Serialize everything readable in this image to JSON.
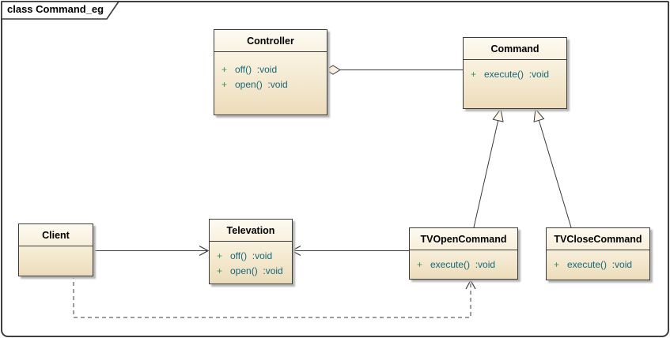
{
  "frame": {
    "title": "class Command_eg"
  },
  "classes": {
    "controller": {
      "name": "Controller",
      "members": [
        {
          "vis": "+",
          "sig": "off()  :void"
        },
        {
          "vis": "+",
          "sig": "open()  :void"
        }
      ]
    },
    "command": {
      "name": "Command",
      "members": [
        {
          "vis": "+",
          "sig": "execute()  :void"
        }
      ]
    },
    "client": {
      "name": "Client",
      "members": []
    },
    "televation": {
      "name": "Televation",
      "members": [
        {
          "vis": "+",
          "sig": "off()  :void"
        },
        {
          "vis": "+",
          "sig": "open()  :void"
        }
      ]
    },
    "tvopen": {
      "name": "TVOpenCommand",
      "members": [
        {
          "vis": "+",
          "sig": "execute()  :void"
        }
      ]
    },
    "tvclose": {
      "name": "TVCloseCommand",
      "members": [
        {
          "vis": "+",
          "sig": "execute()  :void"
        }
      ]
    }
  },
  "relationships": [
    {
      "type": "aggregation",
      "source": "Controller",
      "target": "Command",
      "marker": "hollow-diamond-at-controller"
    },
    {
      "type": "generalization",
      "source": "TVOpenCommand",
      "target": "Command",
      "marker": "hollow-triangle-at-command"
    },
    {
      "type": "generalization",
      "source": "TVCloseCommand",
      "target": "Command",
      "marker": "hollow-triangle-at-command"
    },
    {
      "type": "association",
      "source": "Client",
      "target": "Televation",
      "marker": "open-arrow-at-televation"
    },
    {
      "type": "association",
      "source": "TVOpenCommand",
      "target": "Televation",
      "marker": "open-arrow-at-televation"
    },
    {
      "type": "dependency",
      "source": "Client",
      "target": "TVOpenCommand",
      "style": "dashed",
      "marker": "open-arrow-at-tvopencommand"
    }
  ],
  "colors": {
    "box_fill_top": "#fdfaf1",
    "box_fill_bottom": "#ecdcba",
    "box_border": "#3b3b3b",
    "title_text": "#000000",
    "member_text": "#17687a",
    "visibility_text": "#3a9050",
    "line": "#3a3a3a",
    "shadow": "#b5b5b5",
    "canvas": "#ffffff"
  }
}
